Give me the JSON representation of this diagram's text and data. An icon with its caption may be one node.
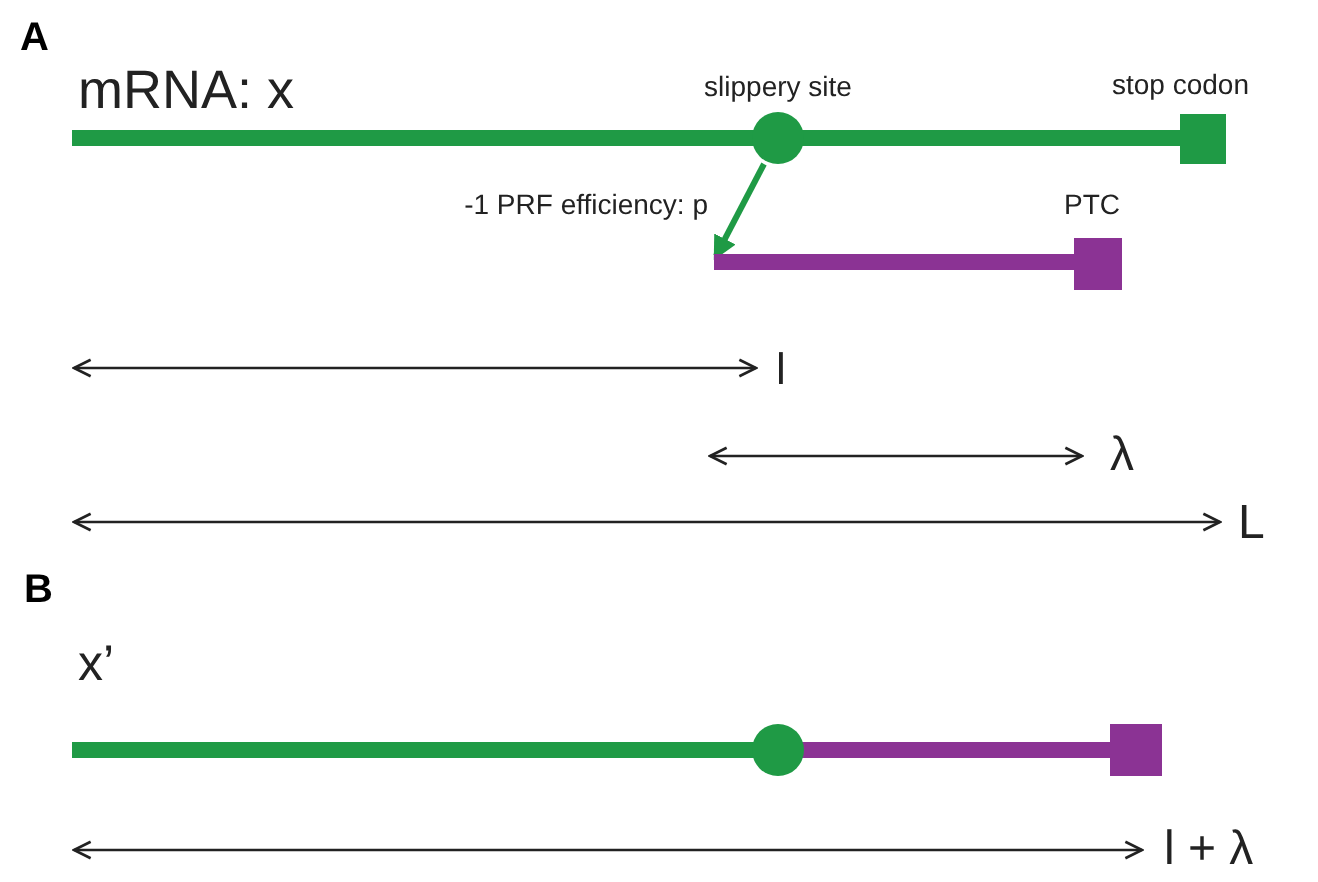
{
  "diagram": {
    "nodes": [
      {
        "text": [
          "slippery site"
        ]
      },
      {
        "text": [],
        "shape": "bar",
        "beside": [
          "PTC"
        ]
      }
    ],
    "edges": [
      {
        "from": 0,
        "to": 1,
        "arrow": "to",
        "label": "-1 PRF efficiency: p",
        "color": "#1f9a45"
      }
    ],
    "labels": [
      "A",
      "mRNA: x",
      "stop codon",
      "l",
      "λ",
      "L",
      "B",
      "x’",
      "l + λ"
    ]
  }
}
